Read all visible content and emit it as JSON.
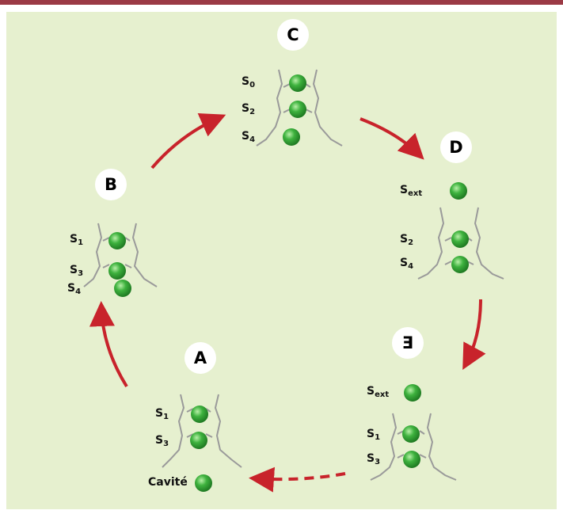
{
  "colors": {
    "top_bar": "#9b3a45",
    "panel_background": "#e6f0cf",
    "arrow": "#c8232b",
    "ion": "#3eb23e",
    "badge": "#ffffff"
  },
  "states": {
    "A": {
      "badge": "A",
      "sites": [
        {
          "main": "S",
          "sub": "1"
        },
        {
          "main": "S",
          "sub": "3"
        },
        {
          "main": "Cavité",
          "sub": ""
        }
      ]
    },
    "B": {
      "badge": "B",
      "sites": [
        {
          "main": "S",
          "sub": "1"
        },
        {
          "main": "S",
          "sub": "3"
        },
        {
          "main": "S",
          "sub": "4"
        }
      ]
    },
    "C": {
      "badge": "C",
      "sites": [
        {
          "main": "S",
          "sub": "0"
        },
        {
          "main": "S",
          "sub": "2"
        },
        {
          "main": "S",
          "sub": "4"
        }
      ]
    },
    "D": {
      "badge": "D",
      "sites": [
        {
          "main": "S",
          "sub": "ext"
        },
        {
          "main": "S",
          "sub": "2"
        },
        {
          "main": "S",
          "sub": "4"
        }
      ]
    },
    "E": {
      "badge": "E",
      "sites": [
        {
          "main": "S",
          "sub": "ext"
        },
        {
          "main": "S",
          "sub": "1"
        },
        {
          "main": "S",
          "sub": "3"
        }
      ]
    }
  },
  "transitions": [
    {
      "from": "A",
      "to": "B",
      "style": "solid"
    },
    {
      "from": "B",
      "to": "C",
      "style": "solid"
    },
    {
      "from": "C",
      "to": "D",
      "style": "solid"
    },
    {
      "from": "D",
      "to": "E",
      "style": "solid"
    },
    {
      "from": "E",
      "to": "A",
      "style": "dashed"
    }
  ]
}
